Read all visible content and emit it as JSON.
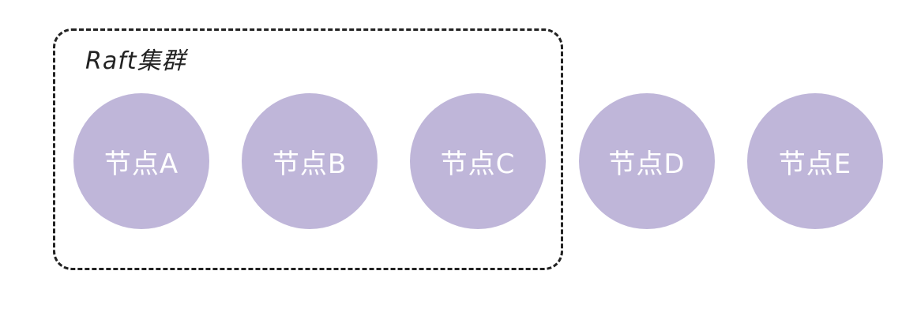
{
  "diagram": {
    "cluster_label": "Raft集群",
    "node_color": "#bfb6d9",
    "nodes": [
      {
        "label": "节点A",
        "in_cluster": true
      },
      {
        "label": "节点B",
        "in_cluster": true
      },
      {
        "label": "节点C",
        "in_cluster": true
      },
      {
        "label": "节点D",
        "in_cluster": false
      },
      {
        "label": "节点E",
        "in_cluster": false
      }
    ]
  }
}
